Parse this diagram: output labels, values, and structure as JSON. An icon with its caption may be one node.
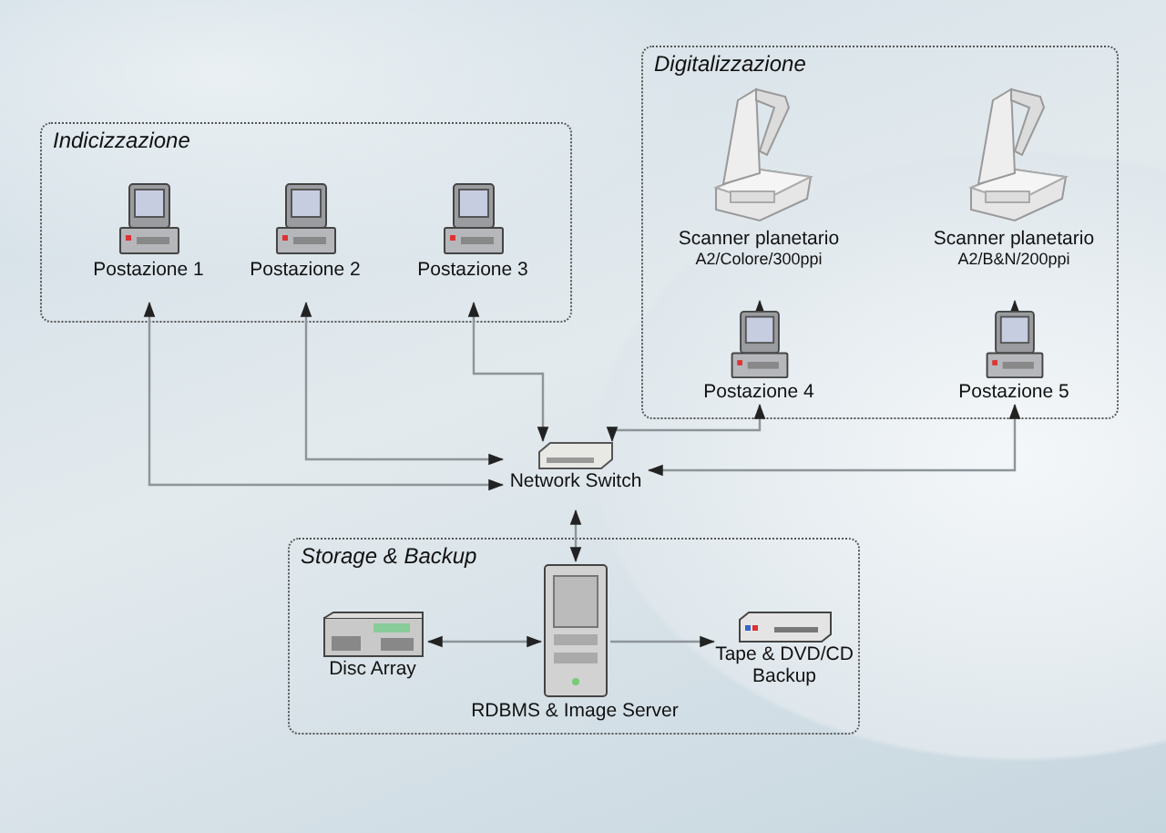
{
  "diagram": {
    "nodes": [
      {
        "text": [
          "Indicizzazione"
        ]
      },
      {
        "text": [
          "Postazione 1"
        ],
        "in": 0
      },
      {
        "text": [
          "Postazione 2"
        ],
        "in": 0
      },
      {
        "text": [
          "Postazione 3"
        ],
        "in": 0
      },
      {
        "text": [
          "Digitalizzazione"
        ]
      },
      {
        "text": [
          "Scanner planetario",
          "A2/Colore/300ppi"
        ],
        "in": 4
      },
      {
        "text": [
          "Scanner planetario",
          "A2/B&N/200ppi"
        ],
        "in": 4
      },
      {
        "text": [
          "Postazione 4"
        ],
        "in": 4
      },
      {
        "text": [
          "Postazione 5"
        ],
        "in": 4
      },
      {
        "text": [
          "Network Switch"
        ]
      },
      {
        "text": [
          "Storage & Backup"
        ]
      },
      {
        "text": [
          "Disc Array"
        ],
        "in": 10
      },
      {
        "text": [
          "RDBMS & Image Server"
        ],
        "in": 10
      },
      {
        "text": [
          "Tape & DVD/CD Backup"
        ],
        "in": 10
      }
    ],
    "edges": [
      {
        "from": 9,
        "to": 1,
        "arrow": "both"
      },
      {
        "from": 9,
        "to": 2,
        "arrow": "both"
      },
      {
        "from": 9,
        "to": 3,
        "arrow": "both"
      },
      {
        "from": 9,
        "to": 7,
        "arrow": "both"
      },
      {
        "from": 9,
        "to": 8,
        "arrow": "both"
      },
      {
        "from": 7,
        "to": 5,
        "arrow": "to"
      },
      {
        "from": 8,
        "to": 6,
        "arrow": "to"
      },
      {
        "from": 9,
        "to": 12,
        "arrow": "both"
      },
      {
        "from": 12,
        "to": 11,
        "arrow": "both"
      },
      {
        "from": 12,
        "to": 13,
        "arrow": "to"
      }
    ]
  }
}
